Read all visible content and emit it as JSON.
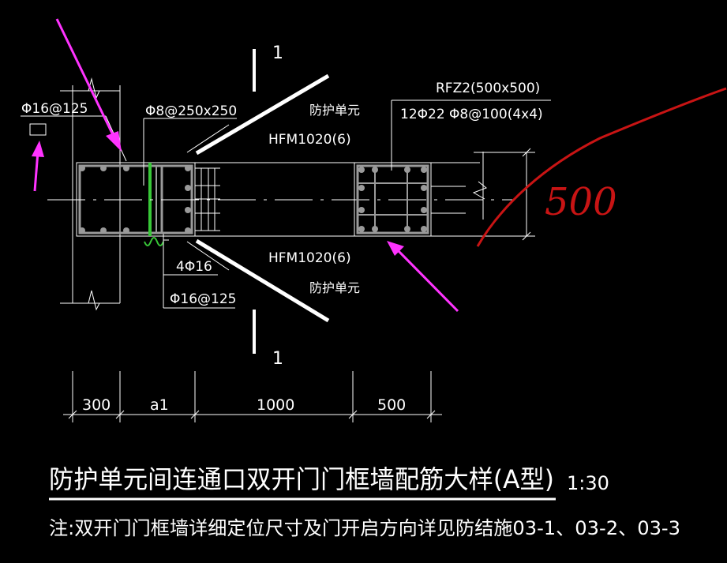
{
  "drawing": {
    "section_mark": "1",
    "labels": {
      "wall_bar": "Φ16@125",
      "tie_bar": "Φ8@250x250",
      "unit_top": "防护单元",
      "door_top": "HFM1020(6)",
      "column_name": "RFZ2(500x500)",
      "column_bars": "12Φ22 Φ8@100(4x4)",
      "door_bottom": "HFM1020(6)",
      "unit_bottom": "防护单元",
      "edge_bars": "4Φ16",
      "edge_stirrup": "Φ16@125"
    },
    "dimensions": [
      "300",
      "a1",
      "1000",
      "500"
    ],
    "handwritten_note": "500",
    "title": "防护单元间连通口双开门门框墙配筋大样(A型)",
    "scale": "1:30",
    "note": "注:双开门门框墙详细定位尺寸及门开启方向详见防结施03-1、03-2、03-3"
  },
  "colors": {
    "background": "#000000",
    "line": "#ffffff",
    "rebar": "#9a9a9a",
    "highlight_bar": "#38c838",
    "annotation_arrow": "#ff33ff",
    "annotation_ink": "#c81414"
  }
}
